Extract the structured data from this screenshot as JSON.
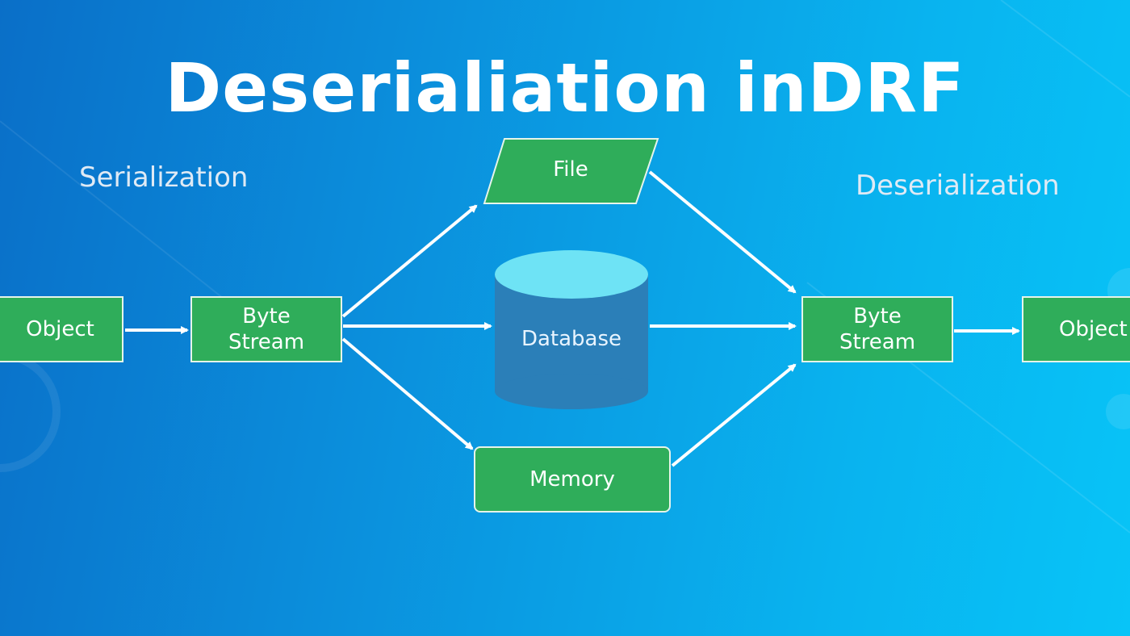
{
  "title": "Deserialiation inDRF",
  "sections": {
    "serialization": "Serialization",
    "deserialization": "Deserialization"
  },
  "nodes": {
    "object_left": "Object",
    "byte_stream_left": "Byte\nStream",
    "file": "File",
    "database": "Database",
    "memory": "Memory",
    "byte_stream_right": "Byte\nStream",
    "object_right": "Object"
  },
  "colors": {
    "node_fill": "#2fad5a",
    "database_body": "#2b7fb8",
    "database_top": "#6ee3f5",
    "arrow": "#ffffff"
  }
}
